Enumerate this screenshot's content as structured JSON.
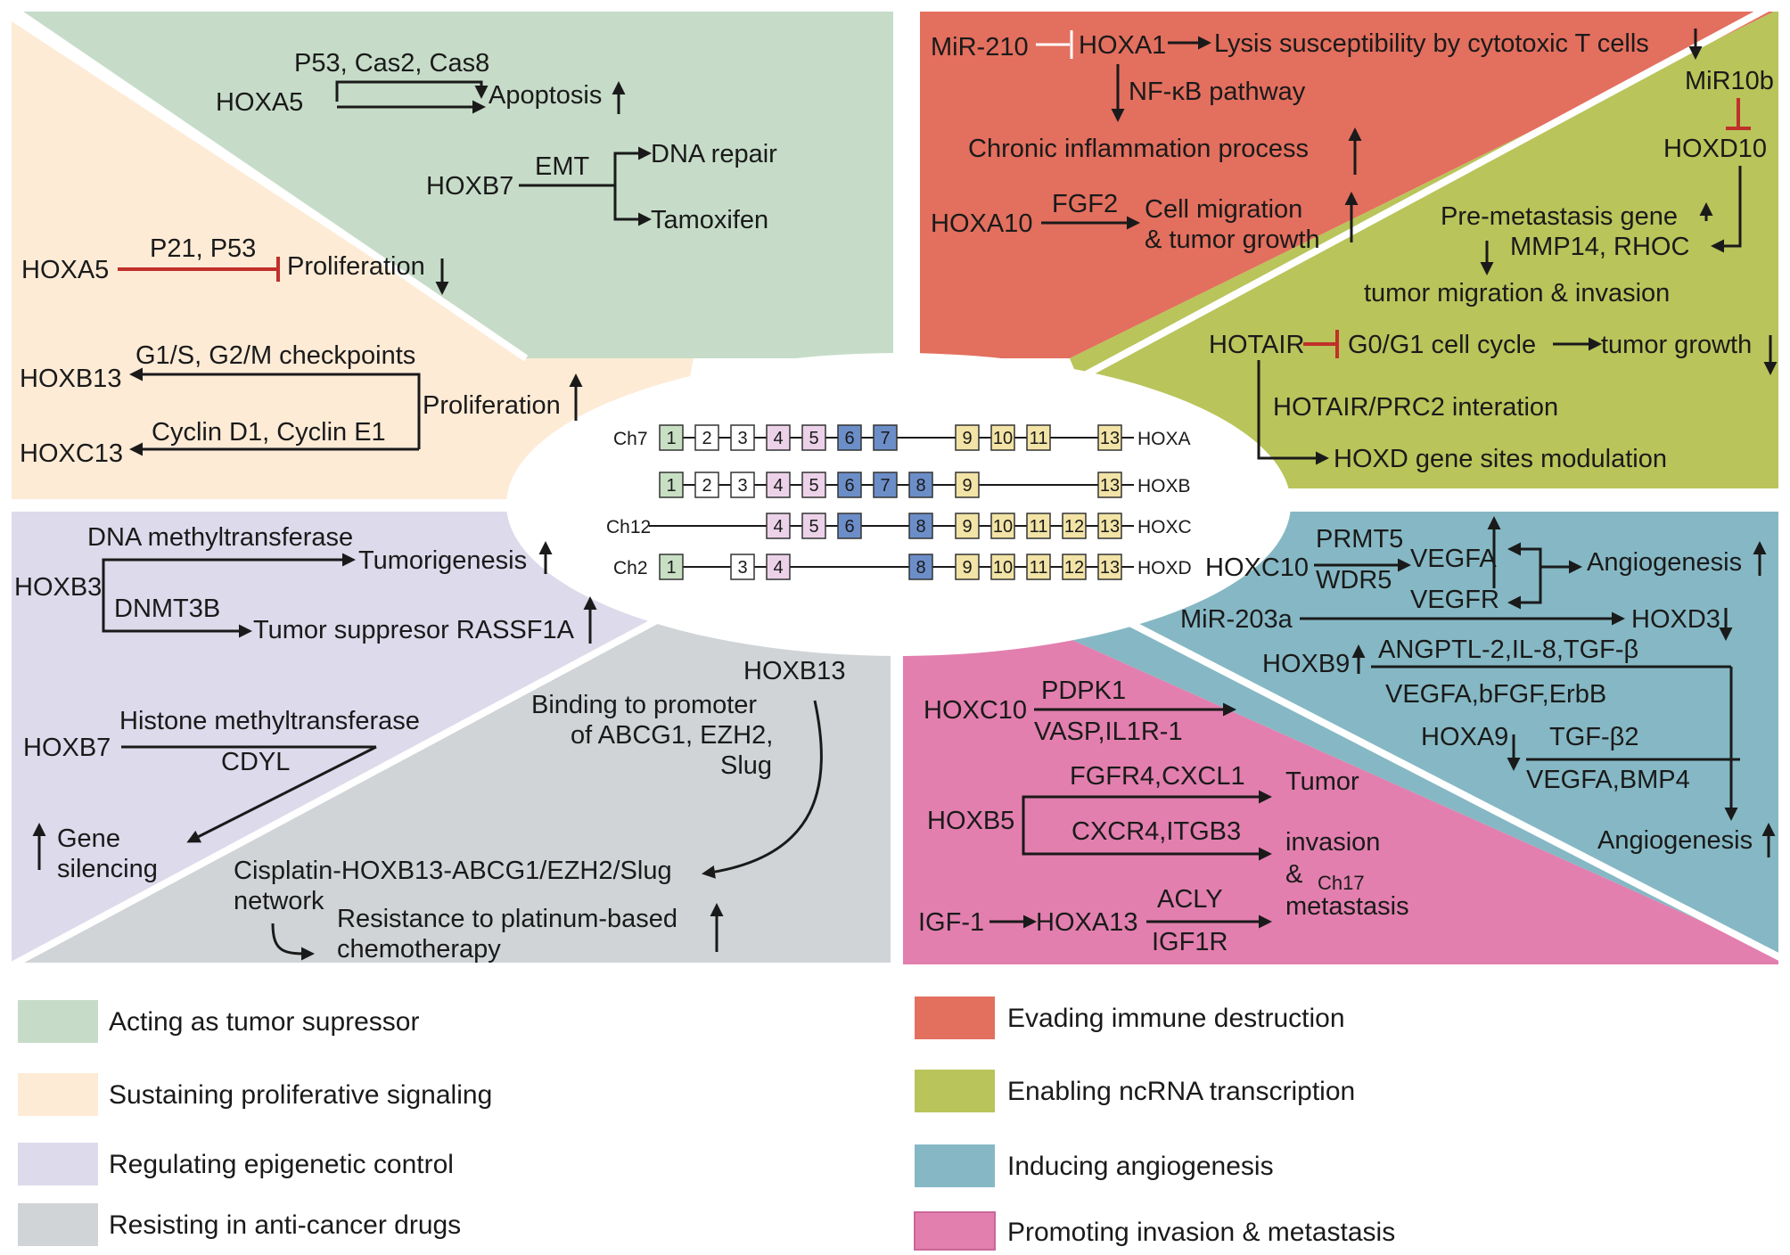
{
  "colors": {
    "tumor_suppressor": "#c6dcc8",
    "proliferative": "#fdebd6",
    "epigenetic": "#dcdaeb",
    "drug_resistance": "#d0d4d6",
    "immune": "#e36f5e",
    "ncrna": "#b9c45a",
    "angiogenesis": "#85b8c4",
    "invasion": "#e27fae",
    "box_green": "#c8dfc4",
    "box_white": "#ffffff",
    "box_pink": "#ecd2e8",
    "box_blue": "#6c8ec8",
    "box_yellow": "#f2e3a6"
  },
  "panels": {
    "tumor_suppressor": {
      "hoxa5": "HOXA5",
      "p53": "P53, Cas2, Cas8",
      "apoptosis": "Apoptosis",
      "hoxb7": "HOXB7",
      "emt": "EMT",
      "dna_repair": "DNA repair",
      "tamoxifen": "Tamoxifen"
    },
    "proliferative": {
      "hoxa5": "HOXA5",
      "p21": "P21, P53",
      "proliferation": "Proliferation",
      "hoxb13": "HOXB13",
      "checkpoints": "G1/S, G2/M checkpoints",
      "proliferation2": "Proliferation",
      "hoxc13": "HOXC13",
      "cyclin": "Cyclin D1, Cyclin E1"
    },
    "epigenetic": {
      "dna_mt": "DNA methyltransferase",
      "tumorigenesis": "Tumorigenesis",
      "hoxb3": "HOXB3",
      "dnmt3b": "DNMT3B",
      "rassf1a": "Tumor suppresor RASSF1A",
      "hoxb7": "HOXB7",
      "histone": "Histone methyltransferase",
      "cdyl": "CDYL",
      "gene": "Gene",
      "silencing": "silencing"
    },
    "drug_resistance": {
      "hoxb13": "HOXB13",
      "binding1": "Binding to promoter",
      "binding2": "of ABCG1, EZH2,",
      "binding3": "Slug",
      "network1": "Cisplatin-HOXB13-ABCG1/EZH2/Slug",
      "network2": "network",
      "resist1": "Resistance to platinum-based",
      "resist2": "chemotherapy"
    },
    "immune": {
      "mir210": "MiR-210",
      "hoxa1": "HOXA1",
      "lysis": "Lysis susceptibility by cytotoxic T cells",
      "nfkb": "NF-κB pathway",
      "chronic": "Chronic inflammation process",
      "hoxa10": "HOXA10",
      "fgf2": "FGF2",
      "cell_mig": "Cell migration",
      "tumor_growth": "& tumor growth"
    },
    "ncrna": {
      "mir10b": "MiR10b",
      "hoxd10": "HOXD10",
      "premeta": "Pre-metastasis gene",
      "mmp14": "MMP14, RHOC",
      "migration": "tumor migration & invasion",
      "hotair": "HOTAIR",
      "g0g1": "G0/G1 cell cycle",
      "tumor_growth": "tumor growth",
      "prc2": "HOTAIR/PRC2 interation",
      "hoxd_sites": "HOXD gene sites modulation"
    },
    "angiogenesis": {
      "hoxc10": "HOXC10",
      "prmt5": "PRMT5",
      "wdr5": "WDR5",
      "vegfa": "VEGFA",
      "vegfr": "VEGFR",
      "angio1": "Angiogenesis",
      "mir203a": "MiR-203a",
      "hoxd3": "HOXD3",
      "hoxb9": "HOXB9",
      "angptl": "ANGPTL-2,IL-8,TGF-β",
      "vegfa_list": "VEGFA,bFGF,ErbB",
      "hoxa9": "HOXA9",
      "tgfb2": "TGF-β2",
      "vegfa_bmp": "VEGFA,BMP4",
      "angio2": "Angiogenesis"
    },
    "invasion": {
      "hoxc10": "HOXC10",
      "pdpk1": "PDPK1",
      "vasp": "VASP,IL1R-1",
      "hoxb5": "HOXB5",
      "fgfr4": "FGFR4,CXCL1",
      "cxcr4": "CXCR4,ITGB3",
      "tumor": "Tumor",
      "invasion": "invasion",
      "amp": "&",
      "ch17": "Ch17",
      "metastasis": "metastasis",
      "igf1": "IGF-1",
      "hoxa13": "HOXA13",
      "acly": "ACLY",
      "igf1r": "IGF1R"
    }
  },
  "center": {
    "rows": [
      {
        "chromosome": "Ch7",
        "cluster": "HOXA",
        "genes": [
          "1",
          "2",
          "3",
          "4",
          "5",
          "6",
          "7",
          "9",
          "10",
          "11",
          "13"
        ]
      },
      {
        "chromosome": "",
        "cluster": "HOXB",
        "genes": [
          "1",
          "2",
          "3",
          "4",
          "5",
          "6",
          "7",
          "8",
          "9",
          "13"
        ]
      },
      {
        "chromosome": "Ch12",
        "cluster": "HOXC",
        "genes": [
          "4",
          "5",
          "6",
          "8",
          "9",
          "10",
          "11",
          "12",
          "13"
        ]
      },
      {
        "chromosome": "Ch2",
        "cluster": "HOXD",
        "genes": [
          "1",
          "3",
          "4",
          "8",
          "9",
          "10",
          "11",
          "12",
          "13"
        ]
      }
    ]
  },
  "legend": [
    {
      "label": "Acting as tumor supressor",
      "color": "#c6dcc8"
    },
    {
      "label": "Sustaining proliferative signaling",
      "color": "#fdebd6"
    },
    {
      "label": "Regulating epigenetic control",
      "color": "#dcdaeb"
    },
    {
      "label": "Resisting in anti-cancer drugs",
      "color": "#d0d4d6"
    },
    {
      "label": "Evading immune destruction",
      "color": "#e36f5e"
    },
    {
      "label": "Enabling ncRNA transcription",
      "color": "#b9c45a"
    },
    {
      "label": "Inducing angiogenesis",
      "color": "#85b8c4"
    },
    {
      "label": "Promoting invasion & metastasis",
      "color": "#e27fae"
    }
  ]
}
